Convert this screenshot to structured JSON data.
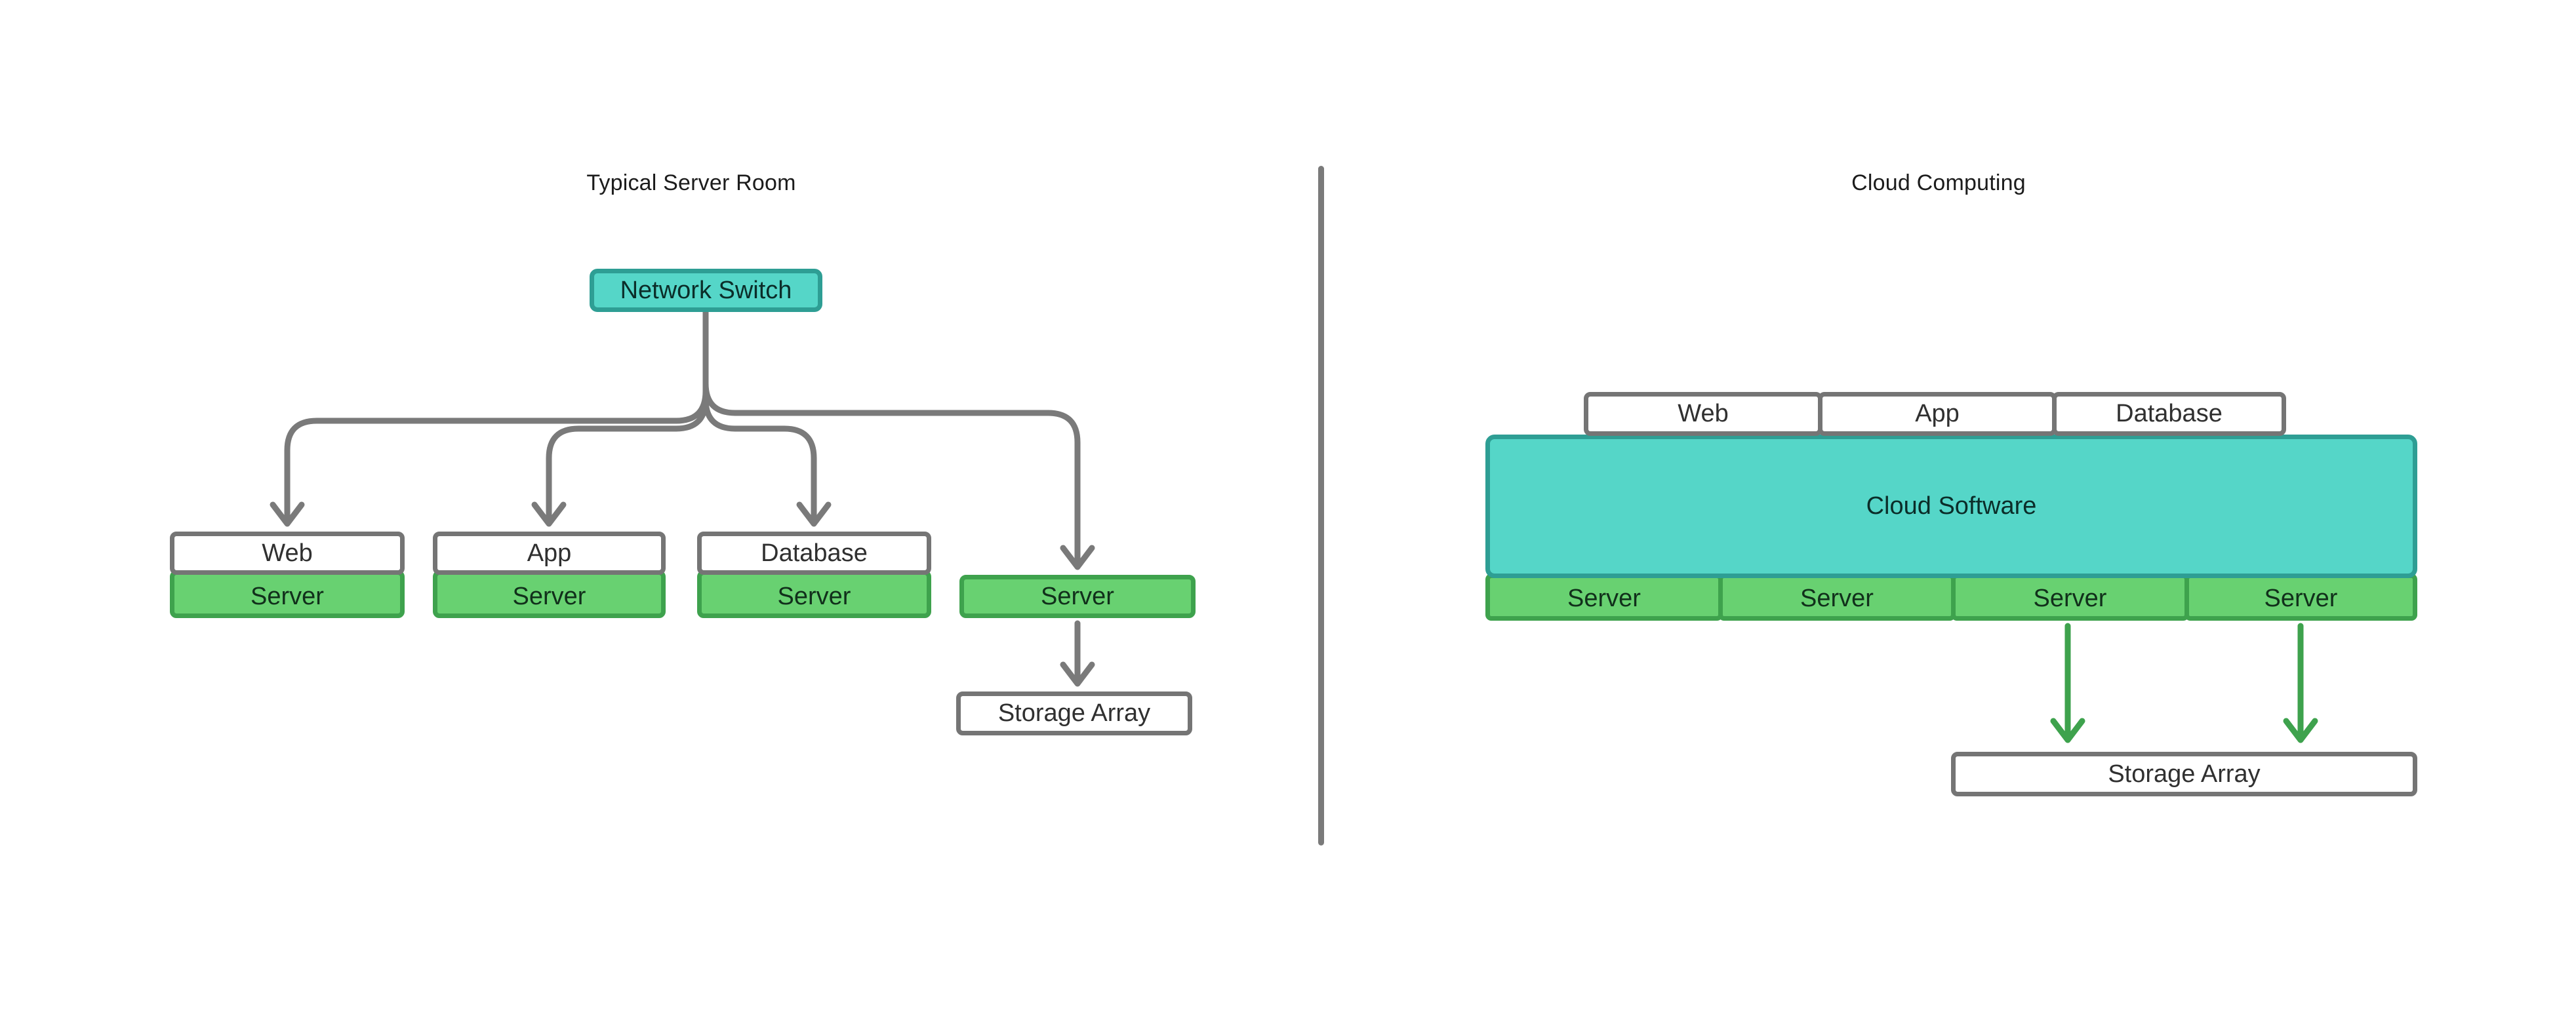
{
  "left": {
    "title": "Typical Server Room",
    "switch": {
      "label": "Network Switch"
    },
    "stacks": [
      {
        "tier": "Web",
        "server": "Server"
      },
      {
        "tier": "App",
        "server": "Server"
      },
      {
        "tier": "Database",
        "server": "Server"
      }
    ],
    "standalone_server": {
      "label": "Server"
    },
    "storage": {
      "label": "Storage Array"
    }
  },
  "right": {
    "title": "Cloud Computing",
    "tabs": [
      {
        "label": "Web"
      },
      {
        "label": "App"
      },
      {
        "label": "Database"
      }
    ],
    "cloud": {
      "label": "Cloud Software"
    },
    "servers": [
      {
        "label": "Server"
      },
      {
        "label": "Server"
      },
      {
        "label": "Server"
      },
      {
        "label": "Server"
      }
    ],
    "storage": {
      "label": "Storage Array"
    }
  },
  "colors": {
    "teal_fill": "#55D6C8",
    "teal_border": "#2E9E94",
    "green_fill": "#68D171",
    "green_border": "#3EA24D",
    "gray_line": "#7A7A7A",
    "box_border_gray": "#757575",
    "arrow_green": "#3EA24D",
    "title_text": "#1C1C1C",
    "label_text": "#303030",
    "server_text": "#11301B",
    "teal_text": "#0B2D29",
    "background": "#FFFFFF"
  }
}
